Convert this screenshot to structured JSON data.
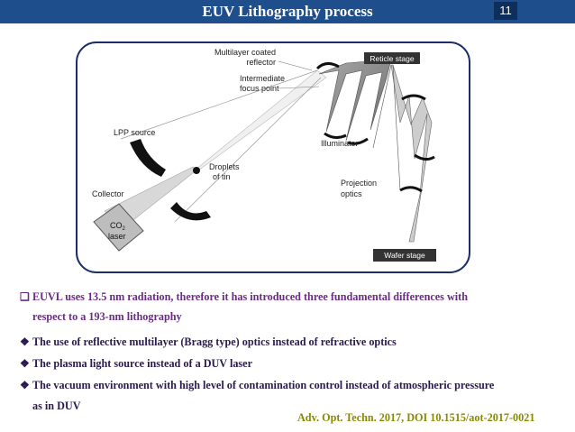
{
  "header": {
    "title": "EUV Lithography process",
    "slide_number": "11"
  },
  "figure": {
    "labels": {
      "multilayer": [
        "Multilayer coated",
        "reflector"
      ],
      "intermediate": [
        "Intermediate",
        "focus point"
      ],
      "reticle_stage": "Reticle stage",
      "lpp_source": "LPP source",
      "droplets": [
        "Droplets",
        "of tin"
      ],
      "illuminator": "Illuminator",
      "collector": "Collector",
      "projection": [
        "Projection",
        "optics"
      ],
      "co2": "CO",
      "co2_sub": "2",
      "laser": "laser",
      "wafer_stage": "Wafer stage"
    }
  },
  "text": {
    "main_bullet_l1": "EUVL uses 13.5 nm radiation, therefore it has introduced three fundamental differences with",
    "main_bullet_l2": "respect to a 193-nm lithography",
    "point1": "The use of reflective multilayer (Bragg type) optics instead of refractive optics",
    "point2": "The plasma light source instead of a DUV laser",
    "point3_l1": "The vacuum environment with high level of contamination control instead of atmospheric pressure",
    "point3_l2": "as in DUV"
  },
  "reference": "Adv. Opt. Techn. 2017, DOI 10.1515/aot-2017-0021",
  "colors": {
    "title_bar": "#1f4e8c",
    "main_bullet": "#6b2a85",
    "points": "#2b1a4f",
    "reference": "#8a8a00"
  },
  "icons": {
    "main_bullet_marker": "hollow-square",
    "point_marker": "four-diamond"
  }
}
